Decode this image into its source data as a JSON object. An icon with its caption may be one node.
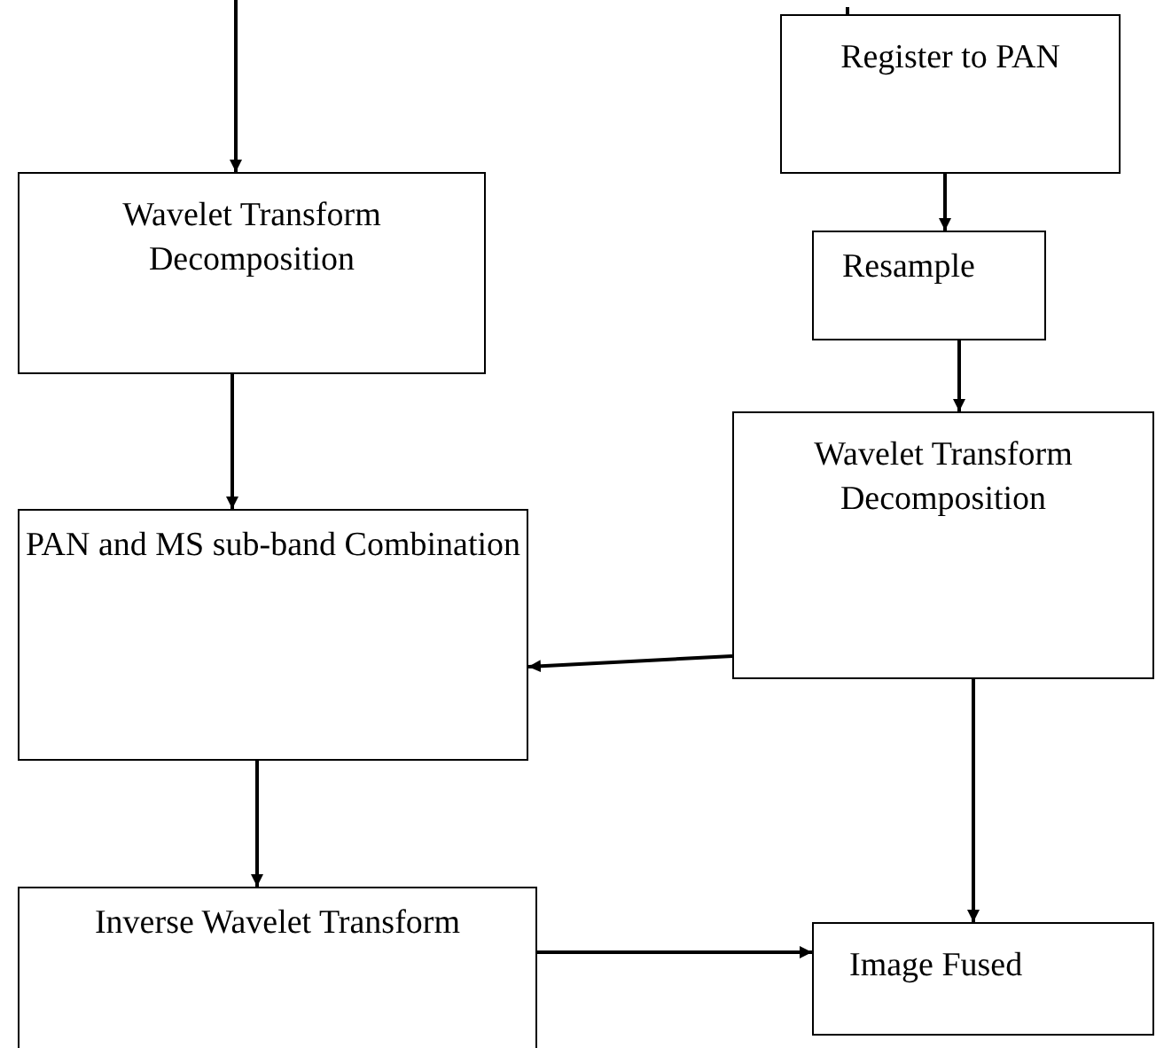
{
  "diagram": {
    "nodes": [
      {
        "text": [
          "Wavelet Transform Decomposition"
        ]
      },
      {
        "text": [
          "PAN and MS sub-band Combination"
        ]
      },
      {
        "text": [
          "Inverse Wavelet Transform"
        ]
      },
      {
        "text": [
          "Register to PAN"
        ]
      },
      {
        "text": [
          "Resample"
        ]
      },
      {
        "text": [
          "Wavelet Transform Decomposition"
        ]
      },
      {
        "text": [
          "Image Fused"
        ]
      }
    ],
    "edges": [
      {
        "from": null,
        "to": 0,
        "arrow": "to"
      },
      {
        "from": 0,
        "to": 1,
        "arrow": "to"
      },
      {
        "from": 1,
        "to": 2,
        "arrow": "to"
      },
      {
        "from": null,
        "to": 3,
        "arrow": "none"
      },
      {
        "from": 3,
        "to": 4,
        "arrow": "to"
      },
      {
        "from": 4,
        "to": 5,
        "arrow": "to"
      },
      {
        "from": 5,
        "to": 1,
        "arrow": "to"
      },
      {
        "from": 5,
        "to": 6,
        "arrow": "to"
      },
      {
        "from": 2,
        "to": 6,
        "arrow": "to"
      }
    ]
  }
}
